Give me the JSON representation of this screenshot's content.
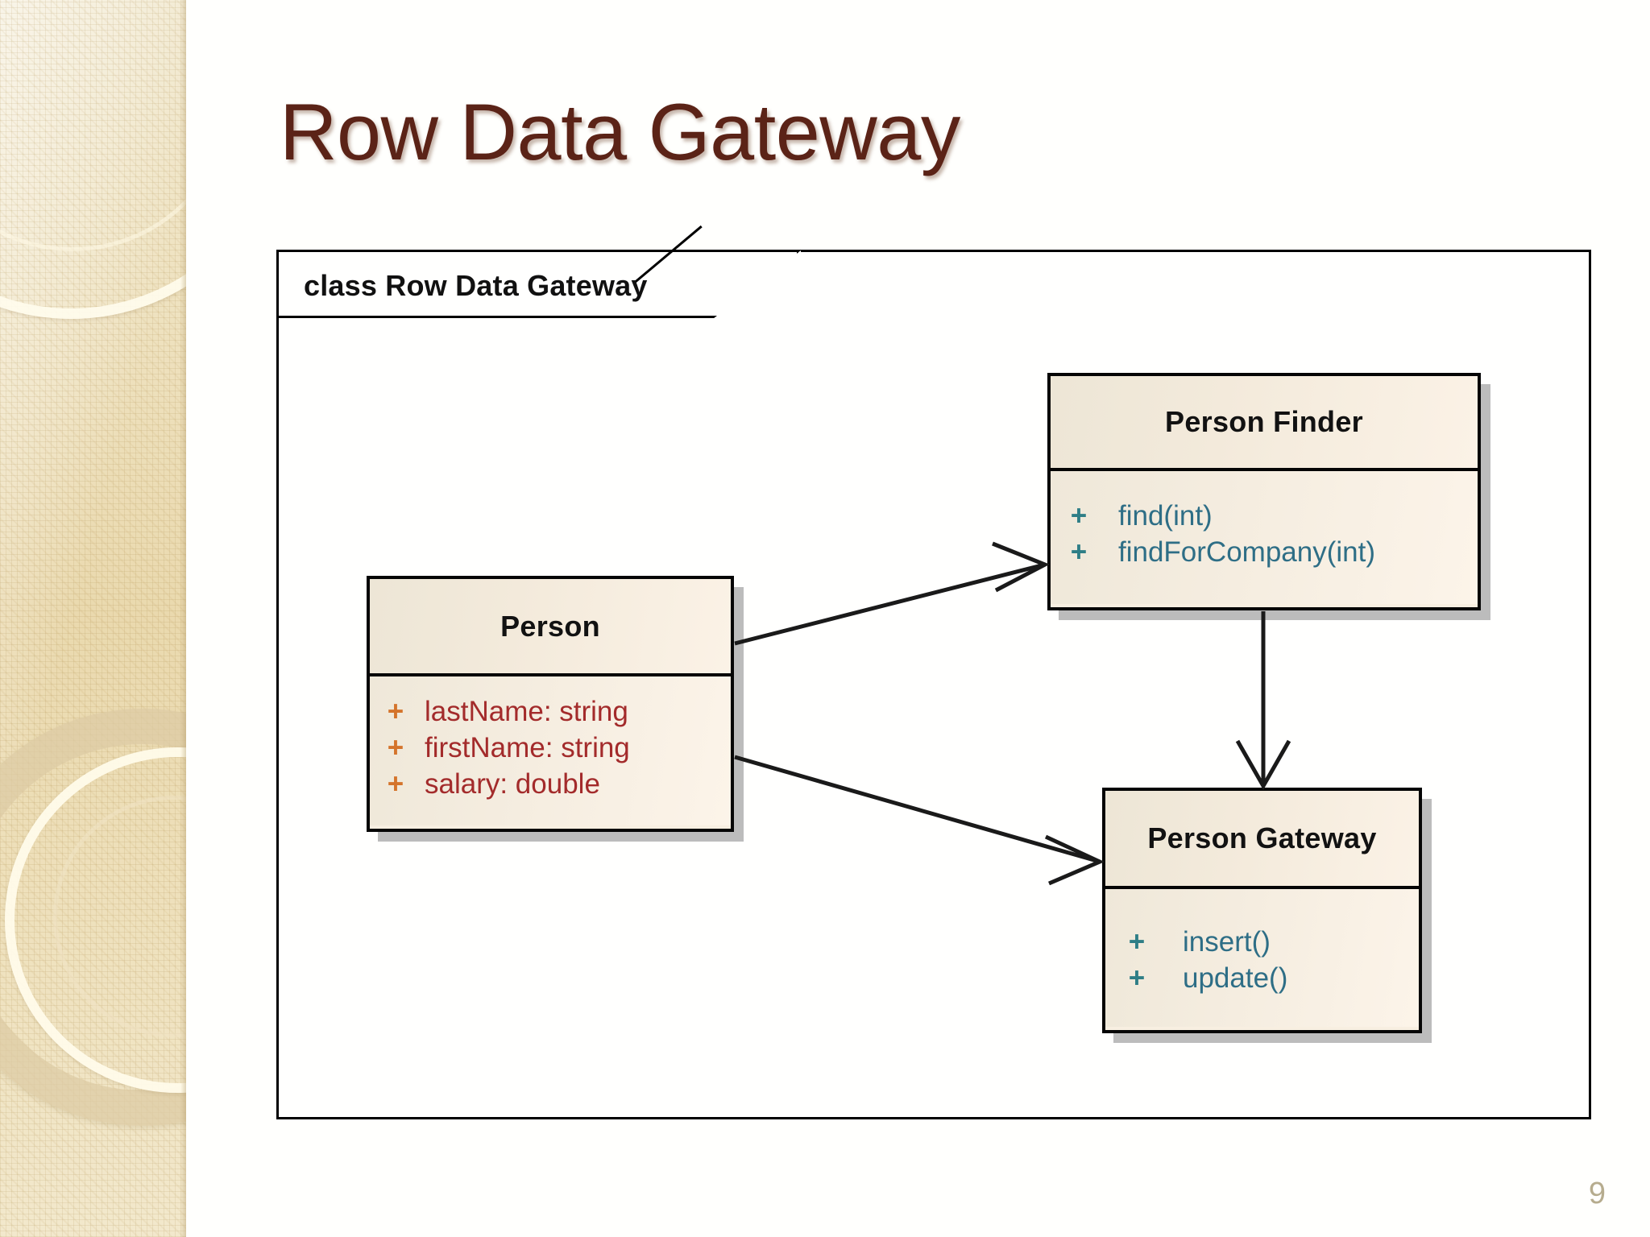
{
  "slide": {
    "title": "Row Data Gateway",
    "page_number": "9",
    "title_color": "#5B2317",
    "page_number_color": "#B6AC8E",
    "band_color": "#EAD9AE"
  },
  "diagram": {
    "frame_label": "class Row Data Gateway",
    "border_color": "#000000",
    "class_fill": "#F8EFE1",
    "attribute_color": "#A32B2B",
    "operation_color": "#2E6E86",
    "visibility_attr_color": "#D4742B",
    "visibility_op_color": "#2E7E86",
    "classes": [
      {
        "id": "person",
        "name": "Person",
        "members": [
          {
            "visibility": "+",
            "text": "lastName:  string",
            "kind": "attribute"
          },
          {
            "visibility": "+",
            "text": "firstName:  string",
            "kind": "attribute"
          },
          {
            "visibility": "+",
            "text": "salary:  double",
            "kind": "attribute"
          }
        ]
      },
      {
        "id": "person-finder",
        "name": "Person Finder",
        "members": [
          {
            "visibility": "+",
            "text": "find(int)",
            "kind": "operation"
          },
          {
            "visibility": "+",
            "text": "findForCompany(int)",
            "kind": "operation"
          }
        ]
      },
      {
        "id": "person-gateway",
        "name": "Person Gateway",
        "members": [
          {
            "visibility": "+",
            "text": "insert()",
            "kind": "operation"
          },
          {
            "visibility": "+",
            "text": "update()",
            "kind": "operation"
          }
        ]
      }
    ],
    "connections": [
      {
        "from": "Person",
        "to": "Person Finder",
        "arrow": "open"
      },
      {
        "from": "Person",
        "to": "Person Gateway",
        "arrow": "open"
      },
      {
        "from": "Person Finder",
        "to": "Person Gateway",
        "arrow": "open"
      }
    ]
  }
}
